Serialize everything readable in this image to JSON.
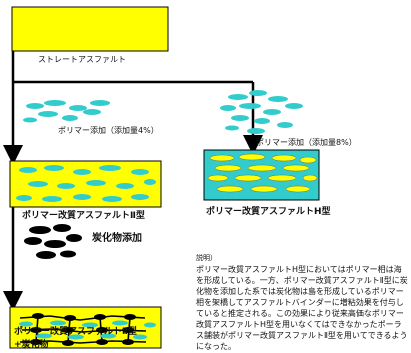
{
  "diagram": {
    "labels": {
      "straight_asphalt": "ストレートアスファルト",
      "polymer_add_4": "ポリマー添加（添加量4%）",
      "polymer_add_8": "ポリマー添加（添加量8%）",
      "type2": "ポリマー改質アスファルトⅡ型",
      "typeH": "ポリマー改質アスファルトH型",
      "carbide_add": "炭化物添加",
      "type2_carbide_line1": "ポリマー改質アスファルトⅡ型",
      "type2_carbide_line2": "+炭化物"
    },
    "description": {
      "title": "説明）",
      "text": "ポリマー改質アスファルトH型においてはポリマー相は海を形成している。一方、ポリマー改質アスファルトⅡ型に炭化物を添加した系では炭化物は島を形成しているポリマー相を架橋してアスファルトバインダーに増粘効果を付与していると推定される。この効果により従来高価なポリマー改質アスファルトH型を用いなくてはできなかったポーラス舗装がポリマー改質アスファルトⅡ型を用いてできるようになった。"
    },
    "colors": {
      "yellow": "#ffff00",
      "cyan": "#33cccc",
      "black": "#000000"
    }
  }
}
